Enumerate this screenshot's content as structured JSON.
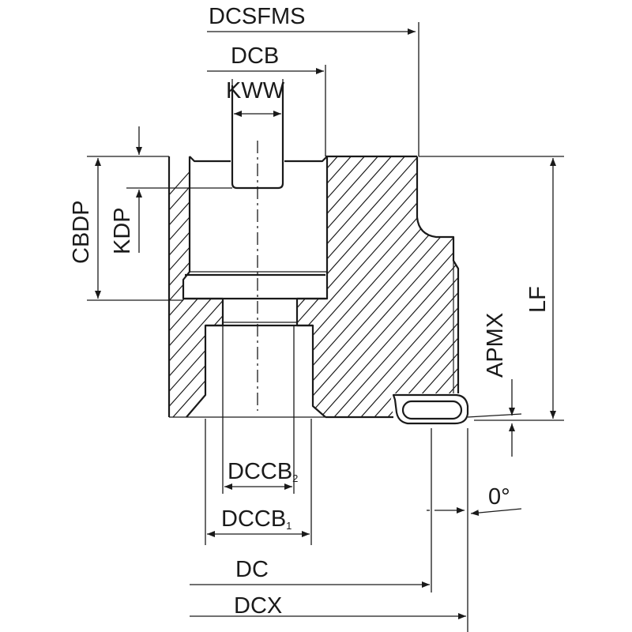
{
  "labels": {
    "dcsfms": "DCSFMS",
    "dcb": "DCB",
    "kww": "KWW",
    "cbdp": "CBDP",
    "kdp": "KDP",
    "lf": "LF",
    "apmx": "APMX",
    "dccb2_main": "DCCB",
    "dccb2_sub": "2",
    "dccb1_main": "DCCB",
    "dccb1_sub": "1",
    "angle": "0°",
    "dc": "DC",
    "dcx": "DCX"
  },
  "colors": {
    "line": "#1a1a1a",
    "background": "#ffffff"
  }
}
